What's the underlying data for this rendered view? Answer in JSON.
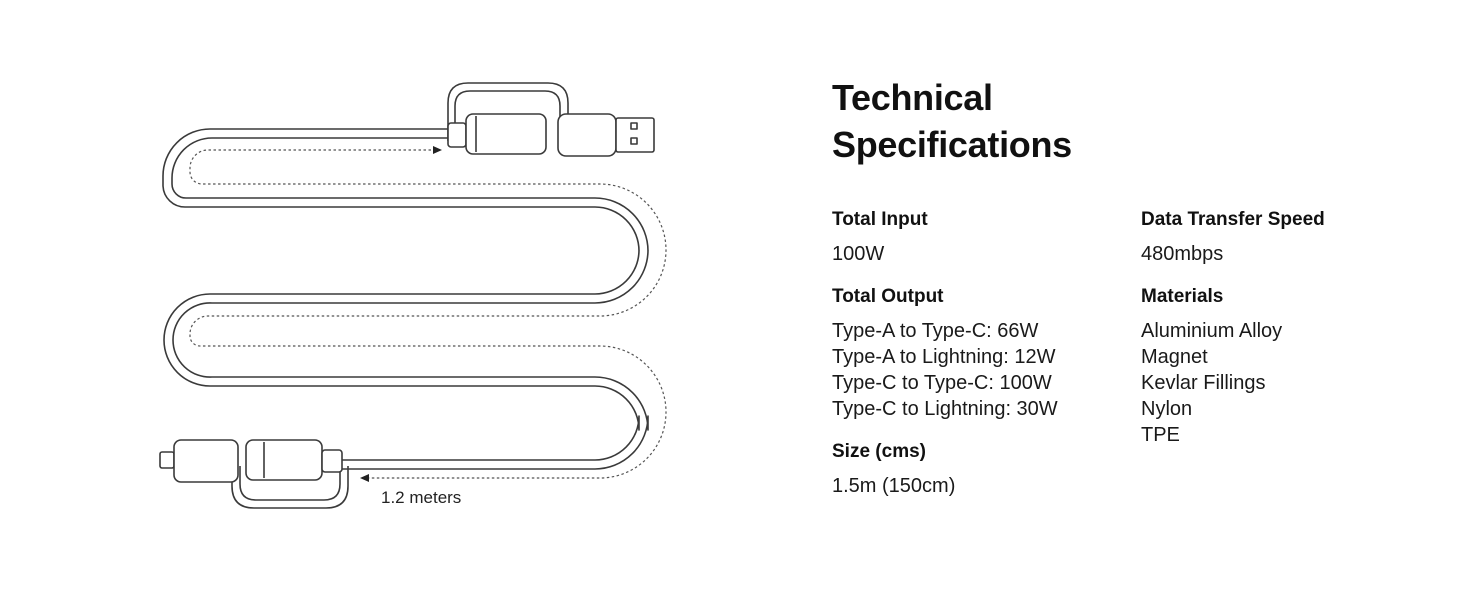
{
  "illustration": {
    "length_label": "1.2 meters",
    "stroke_color": "#3a3a3a"
  },
  "specs": {
    "title_line1": "Technical",
    "title_line2": "Specifications",
    "total_input": {
      "label": "Total Input",
      "value": "100W"
    },
    "total_output": {
      "label": "Total Output",
      "values": [
        "Type-A to Type-C: 66W",
        "Type-A to Lightning: 12W",
        "Type-C to Type-C: 100W",
        "Type-C to Lightning: 30W"
      ]
    },
    "size": {
      "label": "Size (cms)",
      "value": "1.5m (150cm)"
    },
    "data_transfer": {
      "label": "Data Transfer Speed",
      "value": "480mbps"
    },
    "materials": {
      "label": "Materials",
      "values": [
        "Aluminium Alloy",
        "Magnet",
        "Kevlar Fillings",
        "Nylon",
        "TPE"
      ]
    }
  }
}
